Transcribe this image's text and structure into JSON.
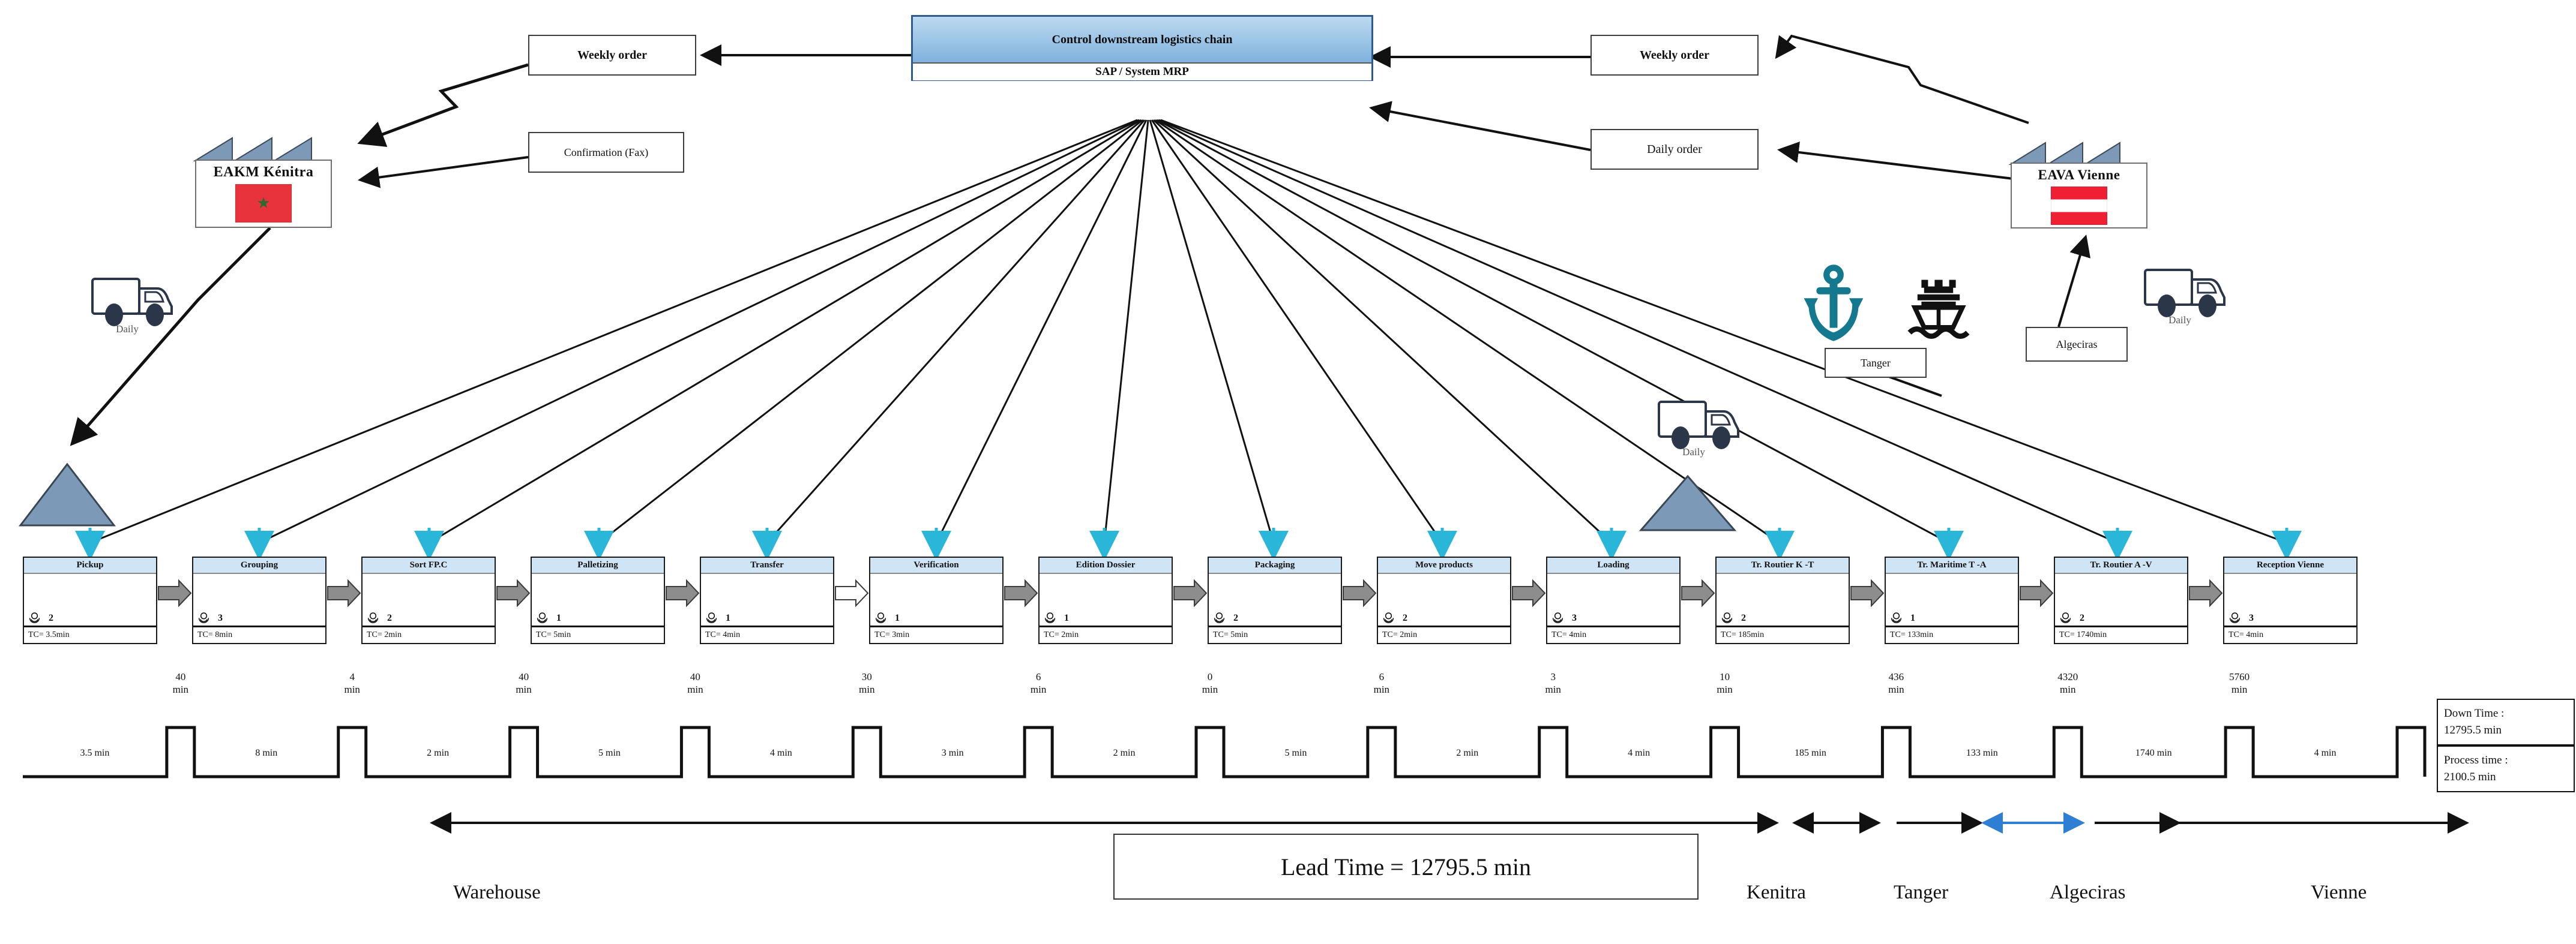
{
  "control": {
    "title": "Control downstream logistics chain",
    "system": "SAP / System MRP"
  },
  "info_boxes": {
    "left_weekly_order": "Weekly order",
    "left_confirmation": "Confirmation (Fax)",
    "right_weekly_order": "Weekly order",
    "right_daily_order": "Daily order",
    "tanger": "Tanger",
    "algeciras": "Algeciras"
  },
  "factories": {
    "left": {
      "name": "EAKM Kénitra",
      "flag": "morocco-flag"
    },
    "right": {
      "name": "EAVA Vienne",
      "flag": "austria-flag"
    }
  },
  "transport_labels": {
    "truck_left": "Daily",
    "truck_mid": "Daily",
    "truck_right": "Daily"
  },
  "icons": {
    "anchor": "anchor-icon",
    "ship": "ship-icon",
    "truck": "truck-icon",
    "operator": "operator-icon",
    "inventory": "inventory-triangle-icon"
  },
  "process_boxes": [
    {
      "name": "Pickup",
      "operators": "2",
      "ct": "TC= 3.5min"
    },
    {
      "name": "Grouping",
      "operators": "3",
      "ct": "TC= 8min"
    },
    {
      "name": "Sort FP.C",
      "operators": "2",
      "ct": "TC= 2min"
    },
    {
      "name": "Palletizing",
      "operators": "1",
      "ct": "TC= 5min"
    },
    {
      "name": "Transfer",
      "operators": "1",
      "ct": "TC= 4min"
    },
    {
      "name": "Verification",
      "operators": "1",
      "ct": "TC= 3min"
    },
    {
      "name": "Edition Dossier",
      "operators": "1",
      "ct": "TC= 2min"
    },
    {
      "name": "Packaging",
      "operators": "2",
      "ct": "TC= 5min"
    },
    {
      "name": "Move products",
      "operators": "2",
      "ct": "TC= 2min"
    },
    {
      "name": "Loading",
      "operators": "3",
      "ct": "TC= 4min"
    },
    {
      "name": "Tr. Routier K -T",
      "operators": "2",
      "ct": "TC= 185min"
    },
    {
      "name": "Tr. Maritime   T -A",
      "operators": "1",
      "ct": "TC= 133min"
    },
    {
      "name": "Tr. Routier A   -V",
      "operators": "2",
      "ct": "TC= 1740min"
    },
    {
      "name": "Reception Vienne",
      "operators": "3",
      "ct": "TC= 4min"
    }
  ],
  "timeline": {
    "process_times": [
      "3.5 min",
      "8 min",
      "2 min",
      "5 min",
      "4 min",
      "3 min",
      "2 min",
      "5 min",
      "2 min",
      "4 min",
      "185 min",
      "133 min",
      "1740 min",
      "4 min"
    ],
    "wait_times": [
      "40",
      "4",
      "40",
      "40",
      "30",
      "6",
      "0",
      "6",
      "3",
      "10",
      "436",
      "4320",
      "5760"
    ],
    "wait_unit": "min"
  },
  "summary": {
    "down_time_label": "Down Time :",
    "down_time_value": "12795.5 min",
    "process_time_label": "Process time :",
    "process_time_value": "2100.5 min"
  },
  "lead_time": "Lead Time = 12795.5 min",
  "segments": [
    {
      "label": "Warehouse",
      "color": "#000000"
    },
    {
      "label": "Kenitra",
      "color": "#000000"
    },
    {
      "label": "Tanger",
      "color": "#000000"
    },
    {
      "label": "Algeciras",
      "color": "#2e7fd4"
    },
    {
      "label": "Vienne",
      "color": "#000000"
    }
  ],
  "colors": {
    "process_header": "#cfe4f5",
    "control_blue": "#7fb2dd",
    "inventory": "#7d99b8",
    "anchor": "#14788f",
    "morocco_red": "#e8323c",
    "austria_red": "#ef2033",
    "arrow_blue": "#2e7fd4",
    "info_arrow_cyan": "#29b6d8"
  }
}
